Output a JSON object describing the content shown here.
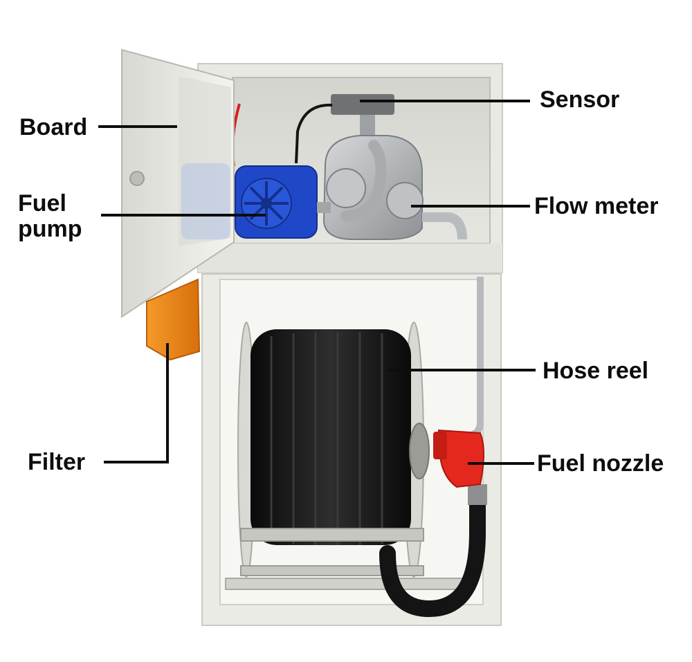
{
  "diagram": {
    "labels": {
      "board": "Board",
      "fuel_pump_line1": "Fuel",
      "fuel_pump_line2": "pump",
      "filter": "Filter",
      "sensor": "Sensor",
      "flow_meter": "Flow meter",
      "hose_reel": "Hose reel",
      "fuel_nozzle": "Fuel nozzle"
    },
    "colors": {
      "cabinet": "#e9e9e4",
      "pump_body": "#1f48c8",
      "filter_body": "#f08a16",
      "nozzle": "#e4281e",
      "hose": "#141414",
      "meter": "#b9bcbf",
      "leader_line": "#0d0d0d"
    }
  }
}
